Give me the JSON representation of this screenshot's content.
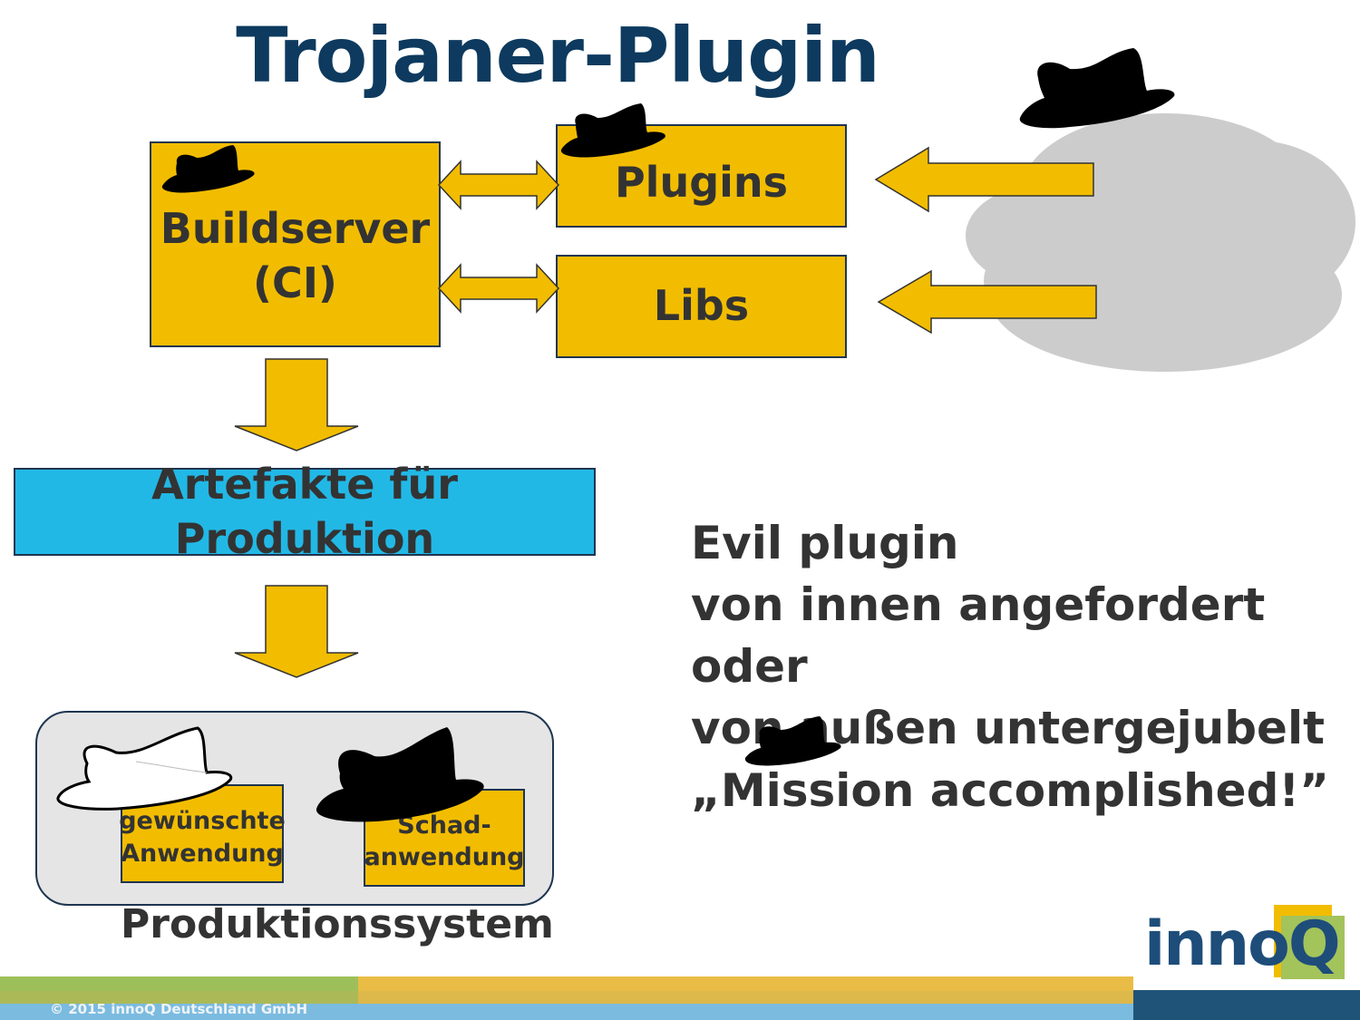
{
  "slide": {
    "title": "Trojaner-Plugin",
    "buildserver": "Buildserver\n(CI)",
    "plugins": "Plugins",
    "libs": "Libs",
    "artefakte": "Artefakte für Produktion",
    "produktionssystem": "Produktionssystem",
    "gewuenschte_anwendung": "gewünschte\nAnwendung",
    "schadanwendung": "Schad-\nanwendung",
    "text_lines": [
      "Evil plugin",
      "von innen angefordert oder",
      "von außen untergejubelt"
    ],
    "mission": "„Mission accomplished!”",
    "copyright": "© 2015 innoQ Deutschland GmbH",
    "logo_text": "inno",
    "logo_q": "Q"
  },
  "colors": {
    "title": "#0d3a5e",
    "box_yellow": "#f2bd00",
    "box_blue": "#22b8e6",
    "cloud": "#cccccc",
    "hat": "#000000",
    "footer_green": "#9dbf5a",
    "footer_gold": "#e9bd45",
    "footer_blue": "#7bbbe0",
    "footer_dark": "#1f5478"
  }
}
